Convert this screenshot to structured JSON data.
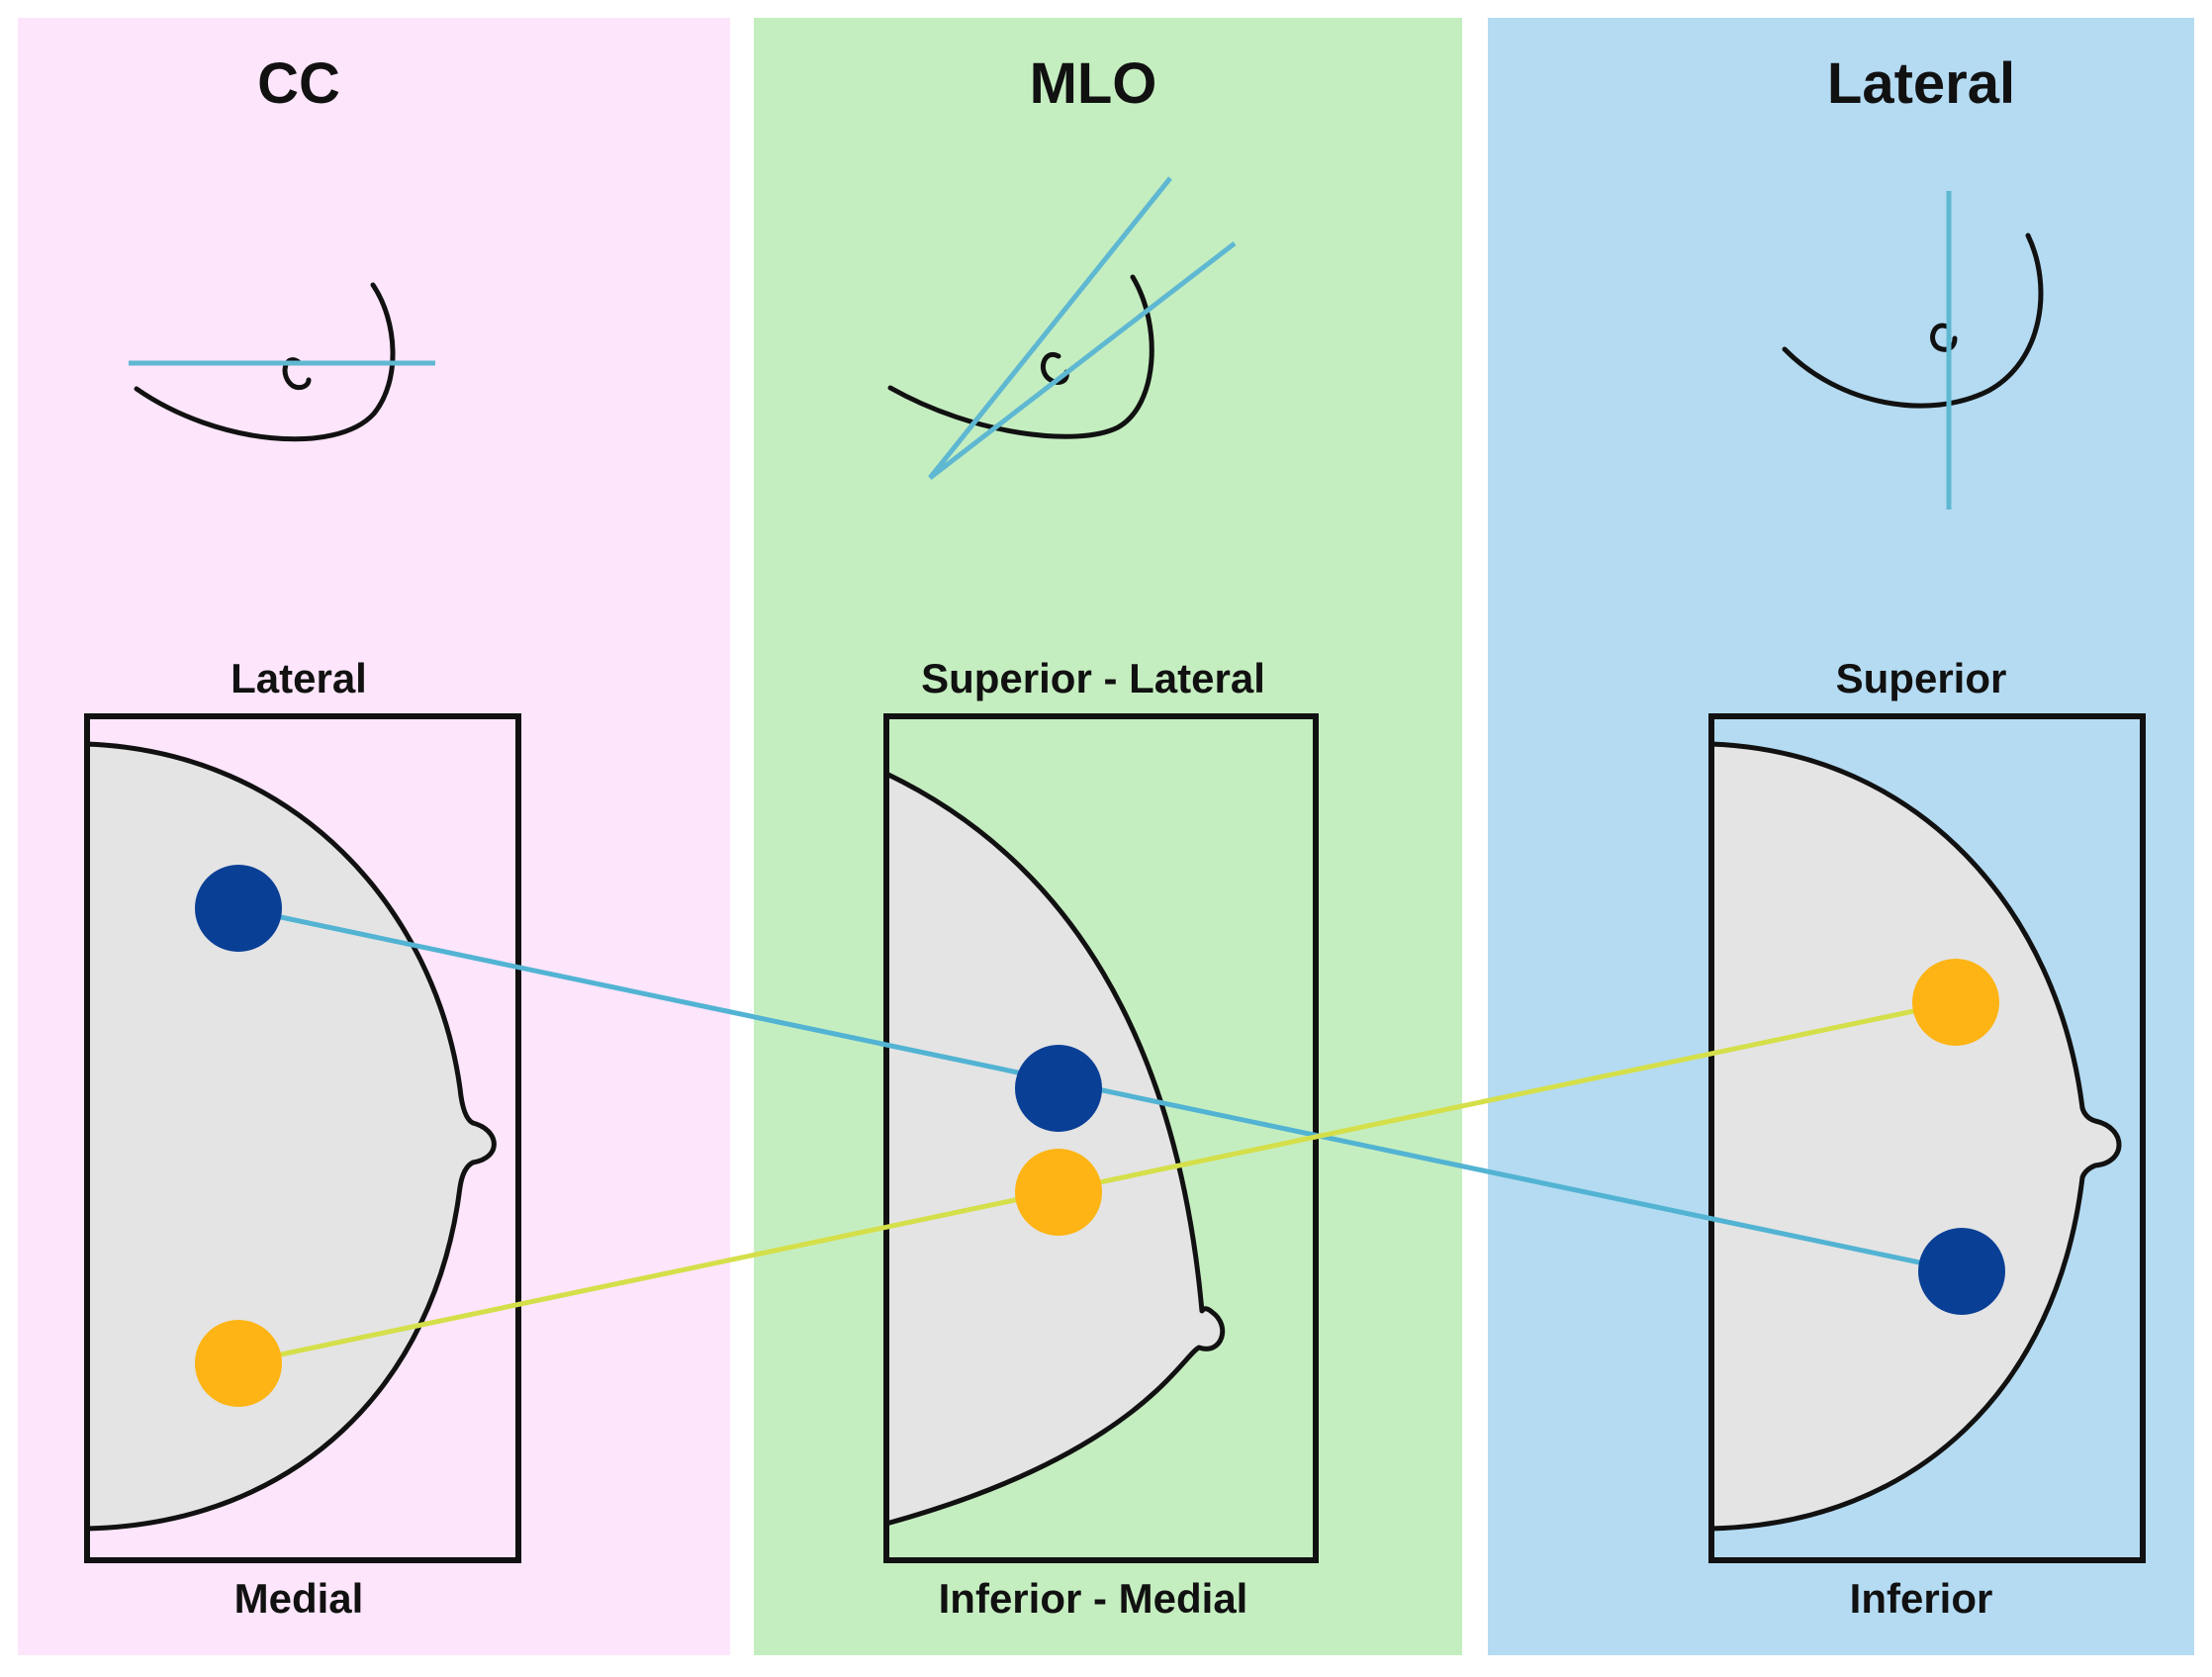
{
  "colors": {
    "cc_panel": "#fde5fb",
    "mlo_panel": "#c5eec0",
    "lateral_panel": "#b4dbf2",
    "projection_line": "#5fb8d2",
    "blue_lesion": "#0a3f96",
    "orange_lesion": "#fdb414",
    "blue_link": "#52b3d3",
    "orange_link": "#d5df4a",
    "breast_fill": "#e4e4e4"
  },
  "panels": {
    "cc": {
      "title": "CC",
      "top_label": "Lateral",
      "bottom_label": "Medial"
    },
    "mlo": {
      "title": "MLO",
      "top_label": "Superior - Lateral",
      "bottom_label": "Inferior - Medial"
    },
    "lateral": {
      "title": "Lateral",
      "top_label": "Superior",
      "bottom_label": "Inferior"
    }
  },
  "icons": {
    "nipple_glyph": "nipple-icon",
    "projection_line": "projection-line"
  }
}
